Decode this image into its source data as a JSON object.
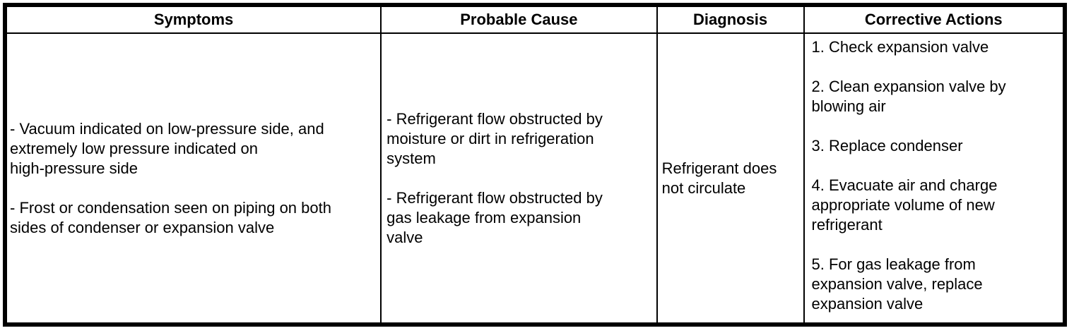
{
  "colors": {
    "border": "#000000",
    "background": "#ffffff",
    "text": "#000000"
  },
  "table": {
    "columns": [
      {
        "label": "Symptoms"
      },
      {
        "label": "Probable Cause"
      },
      {
        "label": "Diagnosis"
      },
      {
        "label": "Corrective Actions"
      }
    ],
    "row": {
      "symptoms": [
        [
          "- Vacuum indicated on low-pressure side, and",
          "extremely low pressure indicated on",
          "high-pressure side"
        ],
        [
          "- Frost or condensation seen on piping on both",
          "sides of condenser or expansion valve"
        ]
      ],
      "probable_cause": [
        [
          "- Refrigerant flow obstructed by",
          "moisture or dirt in refrigeration",
          "system"
        ],
        [
          "- Refrigerant flow obstructed by",
          "gas leakage from expansion",
          "valve"
        ]
      ],
      "diagnosis": [
        [
          "Refrigerant does",
          "not circulate"
        ]
      ],
      "corrective_actions": [
        [
          "1. Check expansion valve"
        ],
        [
          "2. Clean expansion valve by",
          "blowing air"
        ],
        [
          "3. Replace condenser"
        ],
        [
          "4. Evacuate air and charge",
          "appropriate volume of new",
          "refrigerant"
        ],
        [
          "5. For gas leakage from",
          "expansion valve, replace",
          "expansion valve"
        ]
      ]
    }
  }
}
